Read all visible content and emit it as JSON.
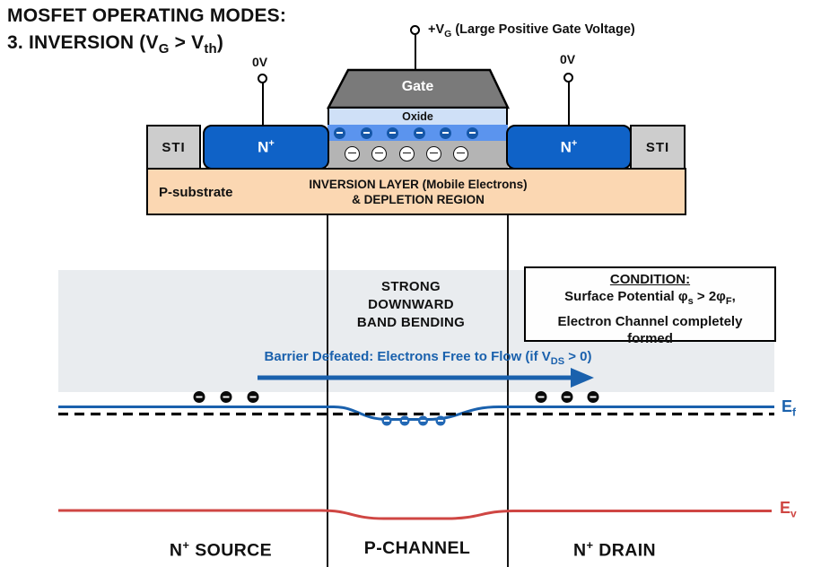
{
  "title": {
    "line1": "MOSFET OPERATING MODES:",
    "line2": [
      "3. INVERSION (V",
      "G",
      " > V",
      "th",
      ")"
    ]
  },
  "terminals": {
    "source_label": "0V",
    "drain_label": "0V",
    "gate_label": [
      "+V",
      "G",
      " (Large Positive Gate Voltage)"
    ]
  },
  "device": {
    "gate": "Gate",
    "oxide": "Oxide",
    "sti": "STI",
    "n_plus": [
      "N",
      "+"
    ],
    "substrate": "P-substrate",
    "inversion_line1": "INVERSION LAYER (Mobile Electrons)",
    "inversion_line2": "& DEPLETION REGION"
  },
  "band_diagram": {
    "band_bending": [
      "STRONG",
      "DOWNWARD",
      "BAND BENDING"
    ],
    "condition": {
      "heading": "CONDITION:",
      "line1": [
        "Surface Potential φ",
        "s",
        " > 2φ",
        "F",
        ","
      ],
      "line2": "Electron Channel completely formed"
    },
    "barrier": [
      "Barrier Defeated: Electrons Free to Flow (if V",
      "DS",
      " > 0)"
    ],
    "ef_label": [
      "E",
      "f"
    ],
    "ev_label": [
      "E",
      "v"
    ]
  },
  "regions": {
    "source": [
      "N",
      "+",
      " SOURCE"
    ],
    "channel": "P-CHANNEL",
    "drain": [
      "N",
      "+",
      " DRAIN"
    ]
  },
  "colors": {
    "n_plus_blue": "#0f62c7",
    "electron_strip_blue": "#5b94ee",
    "electron_dark_blue": "#1557a8",
    "sti_gray": "#cdcdcd",
    "channel_gray": "#b4b4b4",
    "substrate_peach": "#fbd7b2",
    "gate_gray": "#7a7a7a",
    "oxide_blue": "#cfe0f7",
    "band_region_gray": "#e9ecef",
    "accent_blue": "#1a61ad",
    "ev_red": "#cf4643"
  }
}
